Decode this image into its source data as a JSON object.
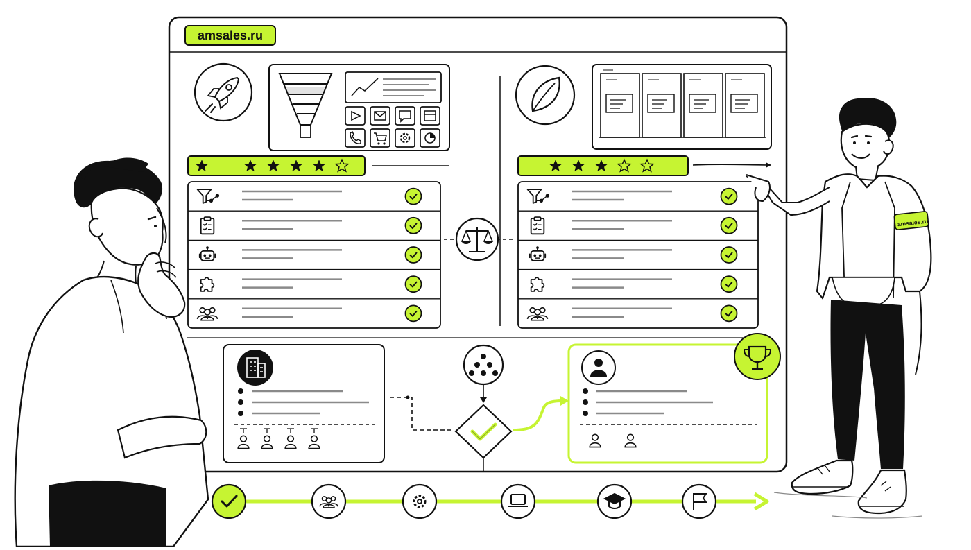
{
  "brand": {
    "name": "amsales.ru",
    "armband_text": "amsales.ru"
  },
  "colors": {
    "accent": "#c6f432",
    "ink": "#111111",
    "muted": "#8a8a8a",
    "paper": "#ffffff"
  },
  "left_panel": {
    "hero_icon": "rocket-icon",
    "rating": {
      "filled": 4,
      "total": 5,
      "leading_star": true
    },
    "dashboard_icons": [
      "play-icon",
      "mail-icon",
      "chat-icon",
      "calendar-icon",
      "phone-icon",
      "cart-icon",
      "gear-icon",
      "pie-chart-icon"
    ],
    "features": [
      {
        "icon": "funnel-icon",
        "checked": true
      },
      {
        "icon": "checklist-icon",
        "checked": true
      },
      {
        "icon": "robot-icon",
        "checked": true
      },
      {
        "icon": "puzzle-icon",
        "checked": true
      },
      {
        "icon": "team-icon",
        "checked": true
      }
    ]
  },
  "right_panel": {
    "hero_icon": "leaf-icon",
    "rating": {
      "filled": 3,
      "total": 5
    },
    "kanban_columns": 4,
    "features": [
      {
        "icon": "funnel-icon",
        "checked": true
      },
      {
        "icon": "checklist-icon",
        "checked": true
      },
      {
        "icon": "robot-icon",
        "checked": true
      },
      {
        "icon": "puzzle-icon",
        "checked": true
      },
      {
        "icon": "team-icon",
        "checked": true
      }
    ]
  },
  "compare_icon": "scales-icon",
  "company_card": {
    "icon": "building-icon",
    "bullets": 3,
    "people": 4
  },
  "hierarchy_icon": "org-chart-icon",
  "decision_icon": "check-diamond-icon",
  "person_card": {
    "icon": "person-icon",
    "bullets": 3,
    "people": 2,
    "badge_icon": "trophy-icon"
  },
  "timeline": {
    "steps": [
      {
        "icon": "check-icon",
        "active": true
      },
      {
        "icon": "team-icon",
        "active": false
      },
      {
        "icon": "gear-icon",
        "active": false
      },
      {
        "icon": "laptop-icon",
        "active": false
      },
      {
        "icon": "graduation-cap-icon",
        "active": false
      },
      {
        "icon": "flag-icon",
        "active": false
      }
    ]
  }
}
